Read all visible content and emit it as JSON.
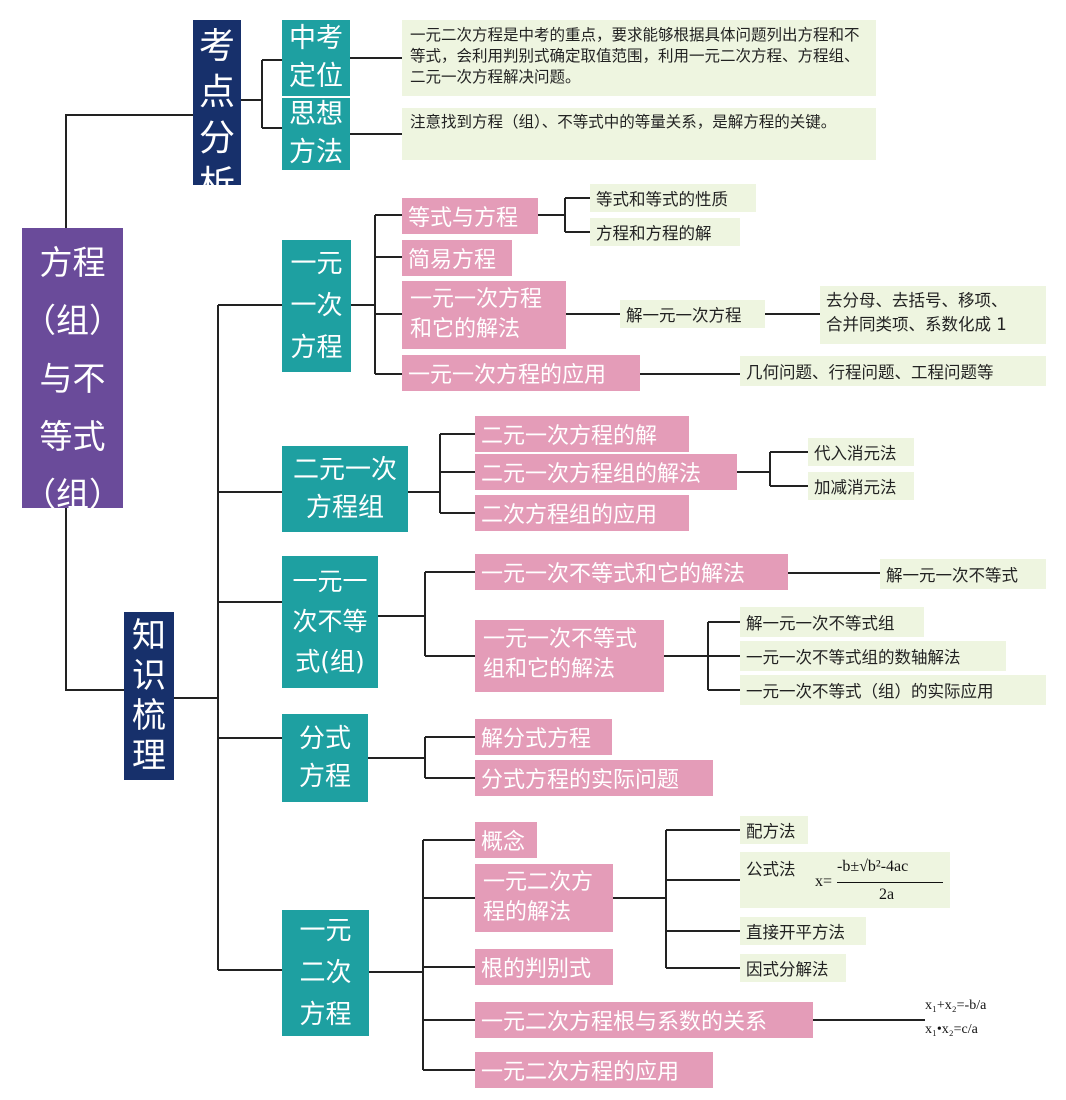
{
  "root": "方程（组）与不等式（组）",
  "root_lines": [
    "方程",
    "（组）",
    "与不",
    "等式",
    "（组）"
  ],
  "analysis": {
    "title_lines": [
      "考",
      "点",
      "分",
      "析"
    ],
    "positioning_label": [
      "中考",
      "定位"
    ],
    "positioning_text": "一元二次方程是中考的重点，要求能够根据具体问题列出方程和不等式，会利用判别式确定取值范围，利用一元二次方程、方程组、二元一次方程解决问题。",
    "method_label": [
      "思想",
      "方法"
    ],
    "method_text": "注意找到方程（组）、不等式中的等量关系，是解方程的关键。"
  },
  "knowledge": {
    "title_lines": [
      "知",
      "识",
      "梳",
      "理"
    ],
    "linear_eq": {
      "label": [
        "一元",
        "一次",
        "方程"
      ],
      "items": {
        "equality": "等式与方程",
        "simple": "简易方程",
        "solving": [
          "一元一次方程",
          "和它的解法"
        ],
        "application": "一元一次方程的应用"
      },
      "leaves": {
        "eq_property": "等式和等式的性质",
        "eq_solution": "方程和方程的解",
        "solve_linear": "解一元一次方程",
        "steps": [
          "去分母、去括号、移项、",
          "合并同类项、系数化成 1"
        ],
        "problems": "几何问题、行程问题、工程问题等"
      }
    },
    "system": {
      "label": [
        "二元一次",
        "方程组"
      ],
      "items": [
        "二元一次方程的解",
        "二元一次方程组的解法",
        "二次方程组的应用"
      ],
      "leaves": [
        "代入消元法",
        "加减消元法"
      ]
    },
    "inequality": {
      "label": [
        "一元一",
        "次不等",
        "式(组)"
      ],
      "items": {
        "single": "一元一次不等式和它的解法",
        "group": [
          "一元一次不等式",
          "组和它的解法"
        ]
      },
      "leaves": {
        "solve_single": "解一元一次不等式",
        "group_items": [
          "解一元一次不等式组",
          "一元一次不等式组的数轴解法",
          "一元一次不等式（组）的实际应用"
        ]
      }
    },
    "fraction": {
      "label": [
        "分式",
        "方程"
      ],
      "items": [
        "解分式方程",
        "分式方程的实际问题"
      ]
    },
    "quadratic": {
      "label": [
        "一元",
        "二次",
        "方程"
      ],
      "items": {
        "concept": "概念",
        "solving": [
          "一元二次方",
          "程的解法"
        ],
        "discriminant": "根的判别式",
        "vieta": "一元二次方程根与系数的关系",
        "application": "一元二次方程的应用"
      },
      "methods": {
        "completing_square": "配方法",
        "formula": "公式法",
        "direct_root": "直接开平方法",
        "factoring": "因式分解法"
      },
      "formula_parts": {
        "lhs": "x=",
        "numerator": "-b±√b²-4ac",
        "denominator": "2a"
      },
      "vieta_parts": [
        "x₁+x₂=-b/a",
        "x₁•x₂=c/a"
      ]
    }
  },
  "colors": {
    "root": "#6a4b9a",
    "navy": "#17306b",
    "teal": "#1ea0a1",
    "pink": "#e49cb8",
    "note": "#eef5e0",
    "line": "#222222"
  }
}
